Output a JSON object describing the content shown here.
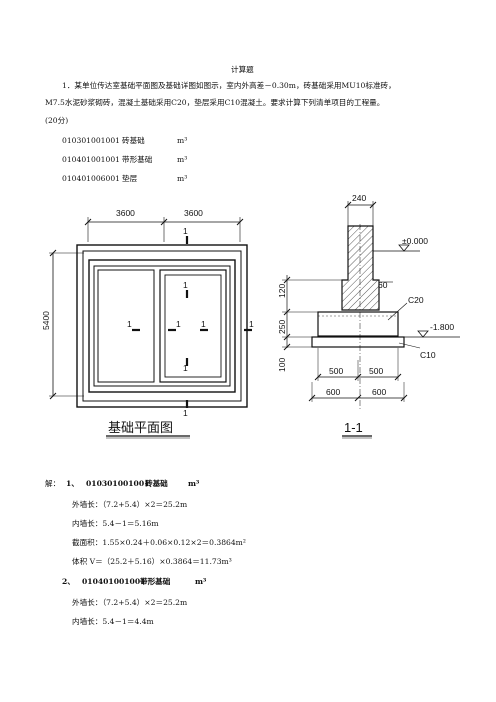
{
  "title": "计算题",
  "problem": {
    "line1": "1．某单位传达室基础平面图及基础详图如图示，室内外高差－0.30m，砖基础采用MU10标准砖，",
    "line2": "M7.5水泥砂浆砌砖，混凝土基础采用C20，垫层采用C10混凝土。要求计算下列清单项目的工程量。",
    "line3": "(20分)"
  },
  "items": [
    {
      "code": "010301001001",
      "name": "砖基础",
      "unit": "m³"
    },
    {
      "code": "010401001001",
      "name": "带形基础",
      "unit": "m³"
    },
    {
      "code": "010401006001",
      "name": "垫层",
      "unit": "m³"
    }
  ],
  "plan": {
    "dim_top_left": "3600",
    "dim_top_right": "3600",
    "dim_left": "5400",
    "section_mark": "1",
    "caption": "基础平面图"
  },
  "section": {
    "dim_top": "240",
    "elev_floor": "±0.000",
    "elev_bottom": "-1.800",
    "dim_120": "120",
    "dim_250": "250",
    "dim_100": "100",
    "dim_60": "60",
    "label_c20": "C20",
    "label_c10": "C10",
    "dim_500_left": "500",
    "dim_500_right": "500",
    "dim_600_left": "600",
    "dim_600_right": "600",
    "caption": "1-1"
  },
  "solution": {
    "prefix": "解：",
    "s1_no": "1、",
    "s1_code": "010301001001",
    "s1_name": "砖基础",
    "s1_unit": "m³",
    "s1_lines": [
      "外墙长：（7.2+5.4）×2＝25.2m",
      "内墙长：5.4－1＝5.16m",
      "截面积：1.55×0.24＋0.06×0.12×2＝0.3864m²",
      "体积 V＝（25.2＋5.16）×0.3864＝11.73m³"
    ],
    "s2_no": "2、",
    "s2_code": "010401001001",
    "s2_name": "带形基础",
    "s2_unit": "m³",
    "s2_lines": [
      "外墙长：（7.2+5.4）×2＝25.2m",
      "内墙长：5.4－1＝4.4m"
    ]
  }
}
